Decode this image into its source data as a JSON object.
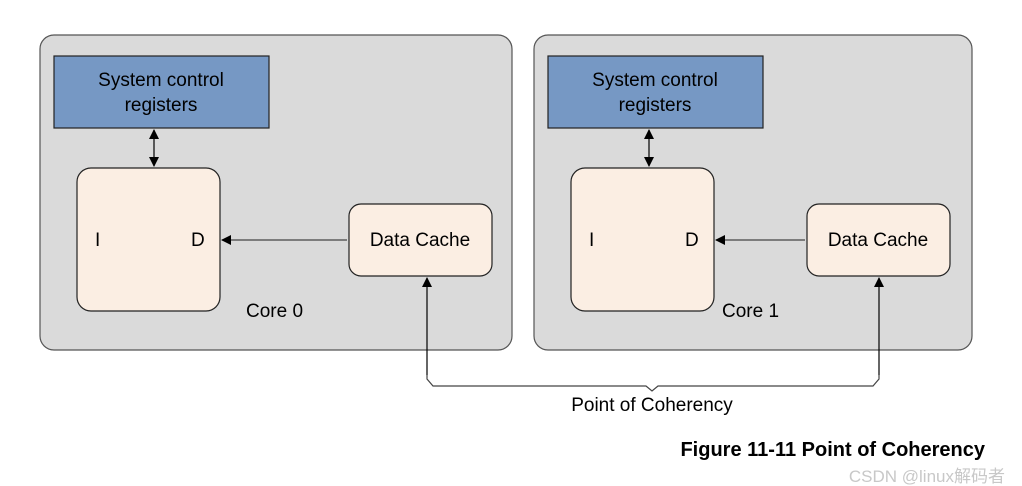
{
  "cores": [
    {
      "label": "Core 0",
      "registers": [
        "System control",
        "registers"
      ],
      "i_port": "I",
      "d_port": "D",
      "cache": "Data Cache"
    },
    {
      "label": "Core 1",
      "registers": [
        "System control",
        "registers"
      ],
      "i_port": "I",
      "d_port": "D",
      "cache": "Data Cache"
    }
  ],
  "coherency_label": "Point of Coherency",
  "caption": "Figure 11-11 Point of Coherency",
  "watermark": "CSDN @linux解码者",
  "colors": {
    "core_bg": "#dadada",
    "registers": "#7698c4",
    "unit": "#fbeee3"
  }
}
